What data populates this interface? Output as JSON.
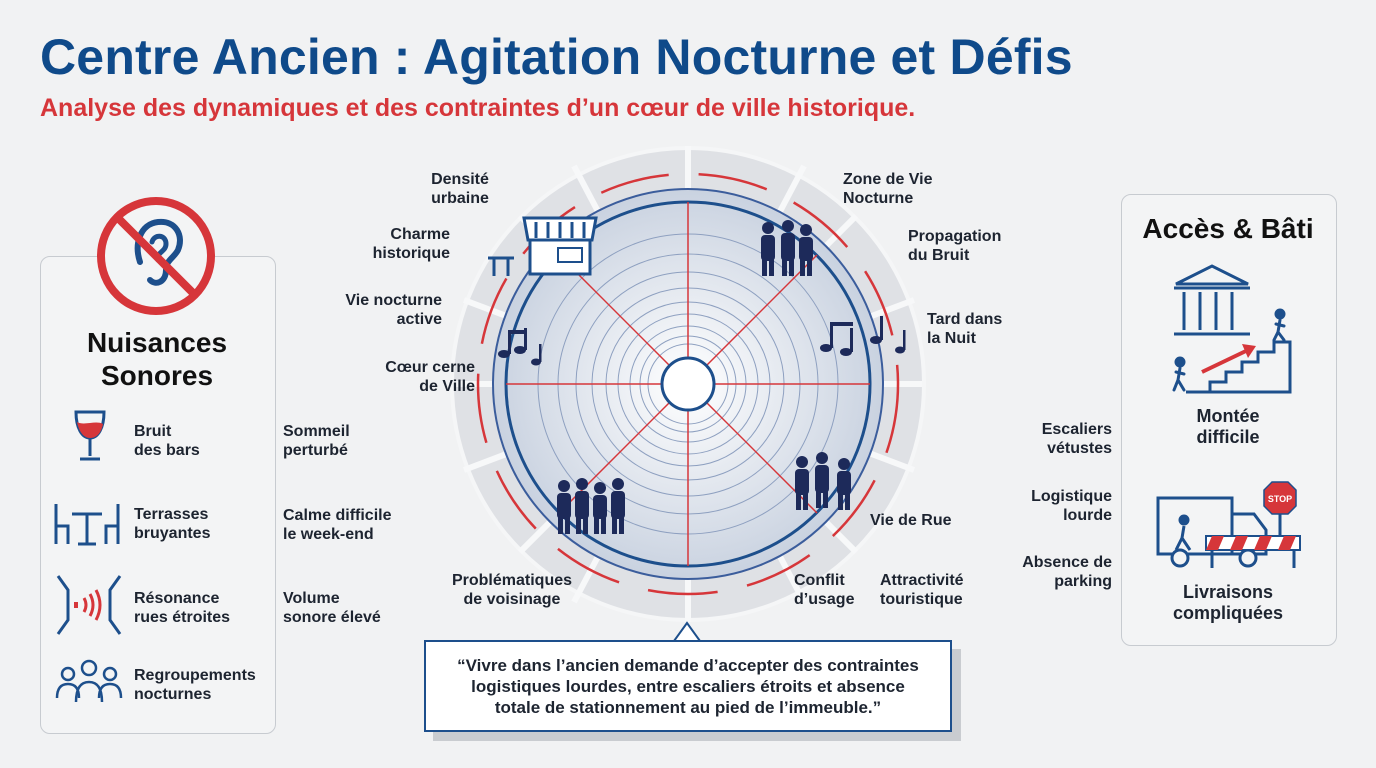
{
  "header": {
    "title": "Centre Ancien : Agitation Nocturne et Défis",
    "subtitle": "Analyse des dynamiques et des contraintes d’un cœur de ville historique."
  },
  "left_panel": {
    "title_line1": "Nuisances",
    "title_line2": "Sonores",
    "items": [
      {
        "icon": "wine-glass-icon",
        "label_line1": "Bruit",
        "label_line2": "des bars",
        "effect_line1": "Sommeil",
        "effect_line2": "perturbé"
      },
      {
        "icon": "terrace-table-icon",
        "label_line1": "Terrasses",
        "label_line2": "bruyantes",
        "effect_line1": "Calme difficile",
        "effect_line2": "le week-end"
      },
      {
        "icon": "sound-resonance-icon",
        "label_line1": "Résonance",
        "label_line2": "rues étroites",
        "effect_line1": "Volume",
        "effect_line2": "sonore élevé"
      },
      {
        "icon": "group-people-icon",
        "label_line1": "Regroupements",
        "label_line2": "nocturnes"
      }
    ]
  },
  "center": {
    "labels_left": [
      {
        "line1": "Densité",
        "line2": "urbaine"
      },
      {
        "line1": "Charme",
        "line2": "historique"
      },
      {
        "line1": "Vie nocturne",
        "line2": "active"
      },
      {
        "line1": "Cœur cerne",
        "line2": "de Ville"
      }
    ],
    "labels_right": [
      {
        "line1": "Zone de Vie",
        "line2": "Nocturne"
      },
      {
        "line1": "Propagation",
        "line2": "du Bruit"
      },
      {
        "line1": "Tard dans",
        "line2": "la Nuit"
      },
      {
        "line1": "Vie de Rue",
        "line2": ""
      }
    ],
    "labels_bottom": [
      {
        "line1": "Problématiques",
        "line2": "de voisinage"
      },
      {
        "line1": "Conflit",
        "line2": "d’usage"
      },
      {
        "line1": "Attractivité",
        "line2": "touristique"
      }
    ],
    "icons": [
      "shop-awning-icon",
      "music-notes-icon",
      "people-group-icon",
      "moon-icon"
    ]
  },
  "right_panel": {
    "title": "Accès & Bâti",
    "item1_line1": "Montée",
    "item1_line2": "difficile",
    "item2_line1": "Livraisons",
    "item2_line2": "compliquées",
    "stop_sign": "STOP",
    "side_labels": [
      {
        "line1": "Escaliers",
        "line2": "vétustes"
      },
      {
        "line1": "Logistique",
        "line2": "lourde"
      },
      {
        "line1": "Absence de",
        "line2": "parking"
      }
    ]
  },
  "quote": {
    "line1": "“Vivre dans l’ancien demande d’accepter des contraintes",
    "line2": "logistiques lourdes, entre escaliers étroits et absence",
    "line3": "totale de stationnement au pied de l’immeuble.”"
  },
  "colors": {
    "navy": "#0f4a8a",
    "red": "#d6363a",
    "ink": "#1d2430"
  }
}
